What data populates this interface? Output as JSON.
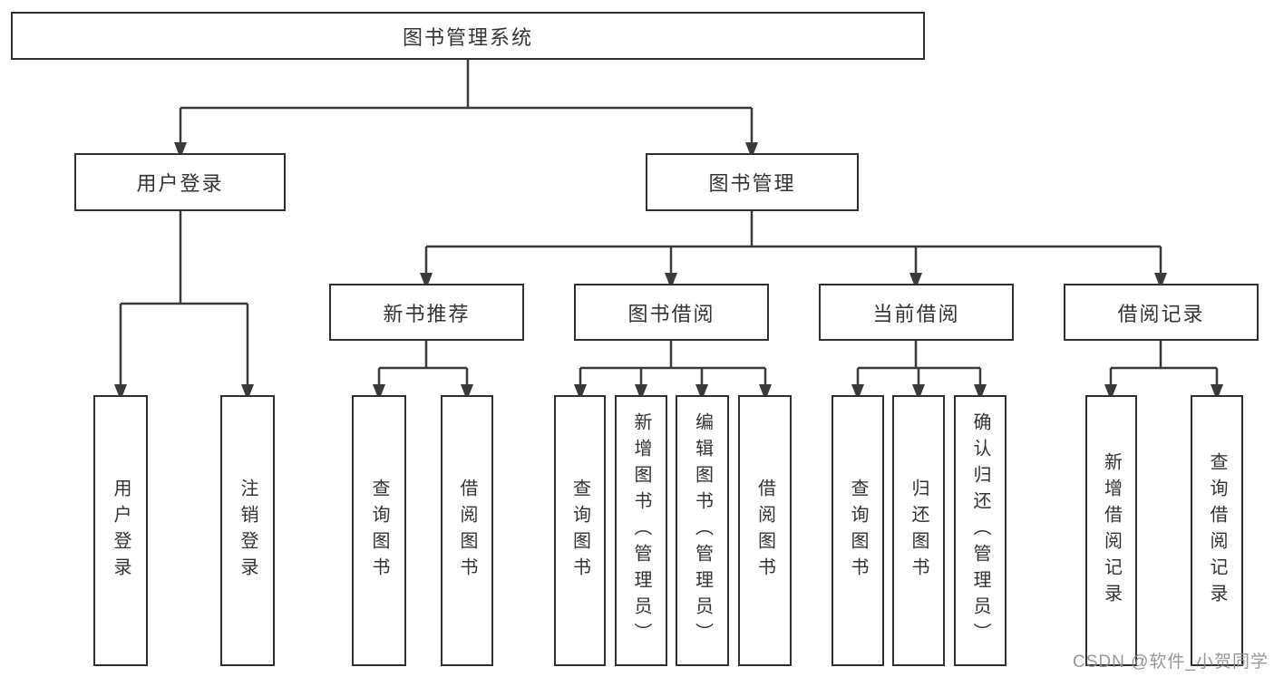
{
  "diagram": {
    "root": {
      "label": "图书管理系统"
    },
    "level1": [
      {
        "id": "user-login",
        "label": "用户登录"
      },
      {
        "id": "book-management",
        "label": "图书管理"
      }
    ],
    "level2": [
      {
        "id": "new-book-recommend",
        "label": "新书推荐",
        "parent": "book-management"
      },
      {
        "id": "book-borrowing",
        "label": "图书借阅",
        "parent": "book-management"
      },
      {
        "id": "current-borrowing",
        "label": "当前借阅",
        "parent": "book-management"
      },
      {
        "id": "borrowing-records",
        "label": "借阅记录",
        "parent": "book-management"
      }
    ],
    "leaves": [
      {
        "parent": "user-login",
        "label": "用户登录"
      },
      {
        "parent": "user-login",
        "label": "注销登录"
      },
      {
        "parent": "new-book-recommend",
        "label": "查询图书"
      },
      {
        "parent": "new-book-recommend",
        "label": "借阅图书"
      },
      {
        "parent": "book-borrowing",
        "label": "查询图书"
      },
      {
        "parent": "book-borrowing",
        "label": "新增图书（管理员）"
      },
      {
        "parent": "book-borrowing",
        "label": "编辑图书（管理员）"
      },
      {
        "parent": "book-borrowing",
        "label": "借阅图书"
      },
      {
        "parent": "current-borrowing",
        "label": "查询图书"
      },
      {
        "parent": "current-borrowing",
        "label": "归还图书"
      },
      {
        "parent": "current-borrowing",
        "label": "确认归还（管理员）"
      },
      {
        "parent": "borrowing-records",
        "label": "新增借阅记录"
      },
      {
        "parent": "borrowing-records",
        "label": "查询借阅记录"
      }
    ]
  },
  "watermark": "CSDN @软件_小贺同学",
  "colors": {
    "line": "#3a3a3a",
    "border": "#2f2f2f",
    "text": "#333333",
    "background": "#ffffff",
    "watermark": "#8c8c8c"
  }
}
